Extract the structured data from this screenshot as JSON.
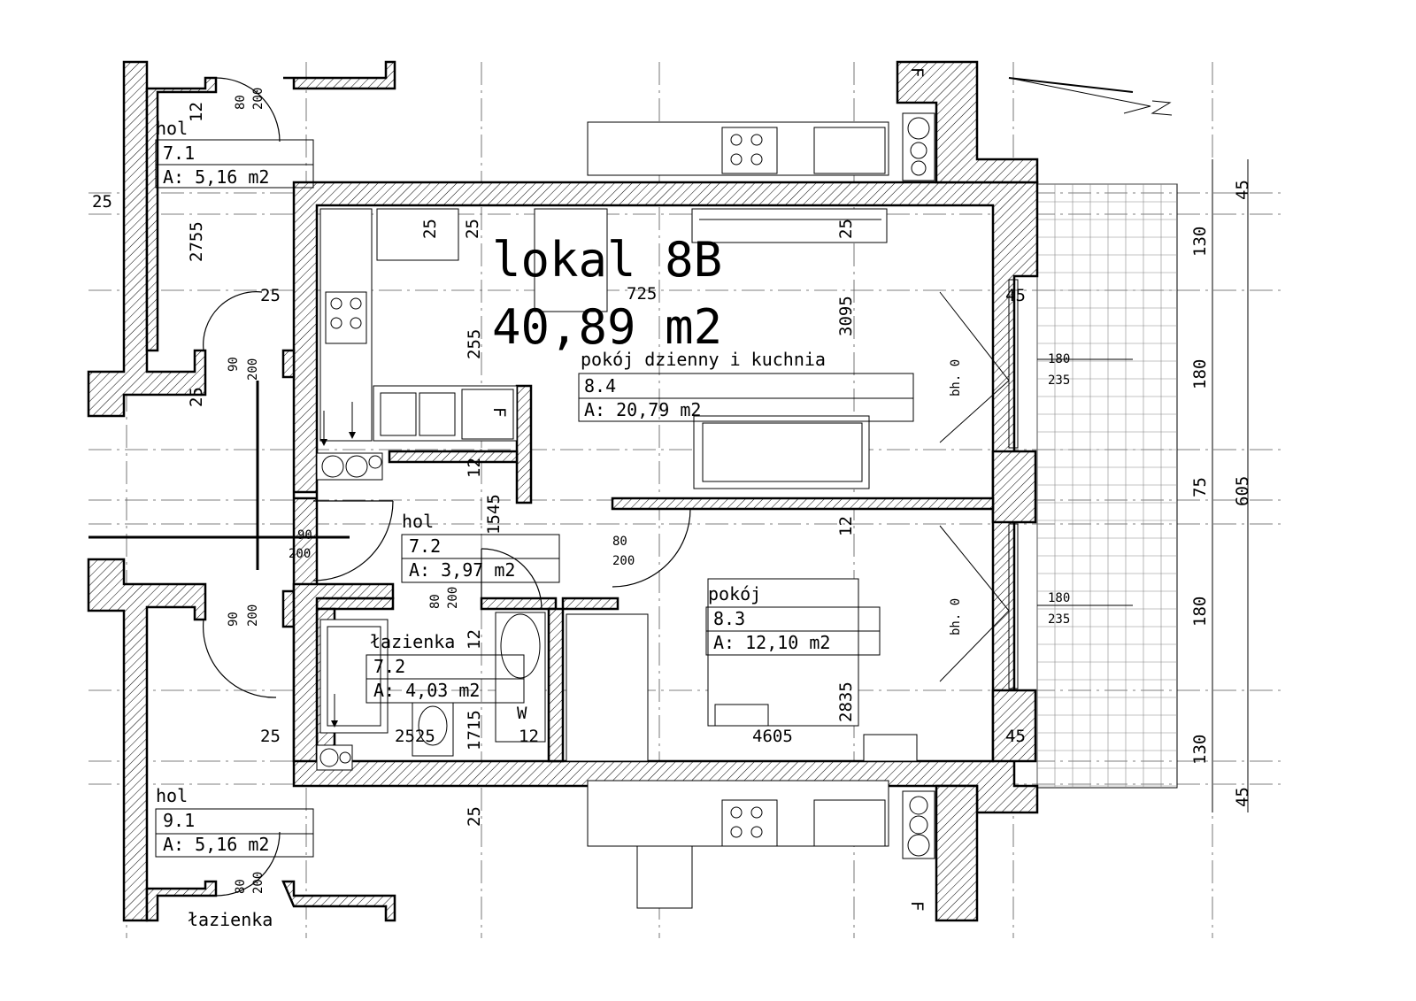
{
  "unit": {
    "name": "lokal 8B",
    "area": "40,89 m2"
  },
  "rooms": [
    {
      "id": "living",
      "name": "pokój dzienny i kuchnia",
      "number": "8.4",
      "area": "A: 20,79 m2"
    },
    {
      "id": "bedroom",
      "name": "pokój",
      "number": "8.3",
      "area": "A: 12,10 m2"
    },
    {
      "id": "hall",
      "name": "hol",
      "number": "7.2",
      "area": "A: 3,97 m2"
    },
    {
      "id": "bathroom",
      "name": "łazienka",
      "number": "7.2",
      "area": "A: 4,03 m2"
    },
    {
      "id": "hall-top",
      "name": "hol",
      "number": "7.1",
      "area": "A: 5,16 m2"
    },
    {
      "id": "hall-bottom",
      "name": "hol",
      "number": "9.1",
      "area": "A: 5,16 m2"
    }
  ],
  "cut_label": "łazienka",
  "dimensions": {
    "d25_left": "25",
    "d2755": "2755",
    "d25_a": "25",
    "d25_b": "25",
    "d25_top1": "25",
    "d25_top2": "25",
    "d255": "255",
    "d725": "725",
    "d3095": "3095",
    "d12_a": "12",
    "d1545": "1545",
    "d12_b": "12",
    "d45_r1": "45",
    "d45_r2": "45",
    "d180_r1": "180",
    "d235_r1": "235",
    "d180_r2": "180",
    "d235_r2": "235",
    "bh_1": "bh. 0",
    "bh_2": "bh. 0",
    "v45_top": "45",
    "v130_top": "130",
    "v180_top": "180",
    "v75": "75",
    "v605": "605",
    "v180_bot": "180",
    "v130_bot": "130",
    "v45_bot": "45",
    "door_80": "80",
    "door_200": "200",
    "door_90": "90",
    "door_200b": "200",
    "door_90c": "90",
    "door_200c": "200",
    "door_80b": "80",
    "door_200d": "200",
    "door_90d": "90",
    "door_200e": "200",
    "door_80top": "80",
    "door_200top": "200",
    "door_80bot": "80",
    "door_200bot": "200",
    "d2835": "2835",
    "d4605": "4605",
    "d2525": "2525",
    "d1715": "1715",
    "d12_c": "12",
    "d25_c": "25",
    "d25_bottom": "25",
    "d12_top": "12",
    "w_mark": "W",
    "f_mark1": "F",
    "f_mark2": "F",
    "f_mark3": "F"
  }
}
